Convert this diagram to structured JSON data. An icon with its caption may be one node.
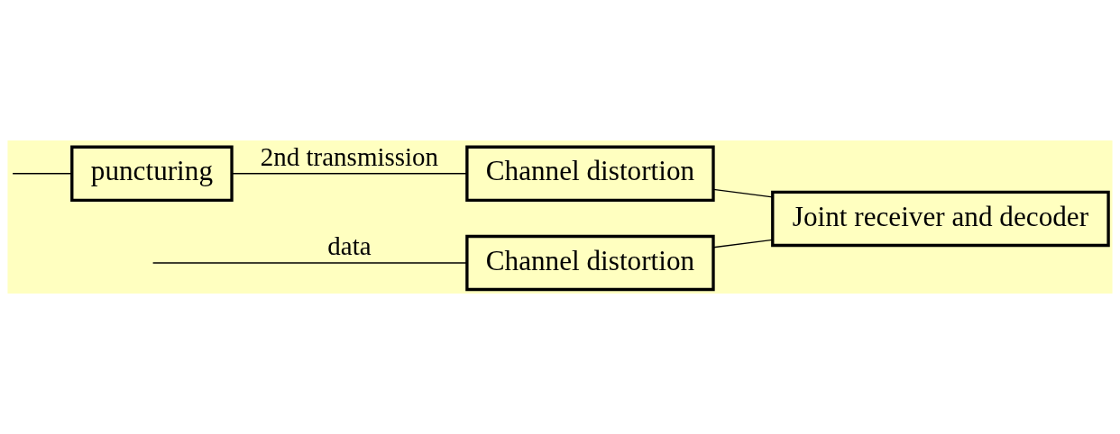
{
  "diagram": {
    "nodes": [
      {
        "text": [
          "Channel distortion"
        ]
      },
      {
        "text": [
          "puncturing"
        ]
      },
      {
        "text": [
          "Channel distortion"
        ]
      },
      {
        "text": [
          "Joint receiver and decoder"
        ]
      }
    ],
    "edges": [
      {
        "from": null,
        "to": 0,
        "arrow": "none",
        "label": "data"
      },
      {
        "from": null,
        "to": 1,
        "arrow": "none"
      },
      {
        "from": 1,
        "to": 2,
        "arrow": "none",
        "label": "2nd transmission"
      },
      {
        "from": 0,
        "to": 3,
        "arrow": "none"
      },
      {
        "from": 2,
        "to": 3,
        "arrow": "none"
      }
    ]
  }
}
